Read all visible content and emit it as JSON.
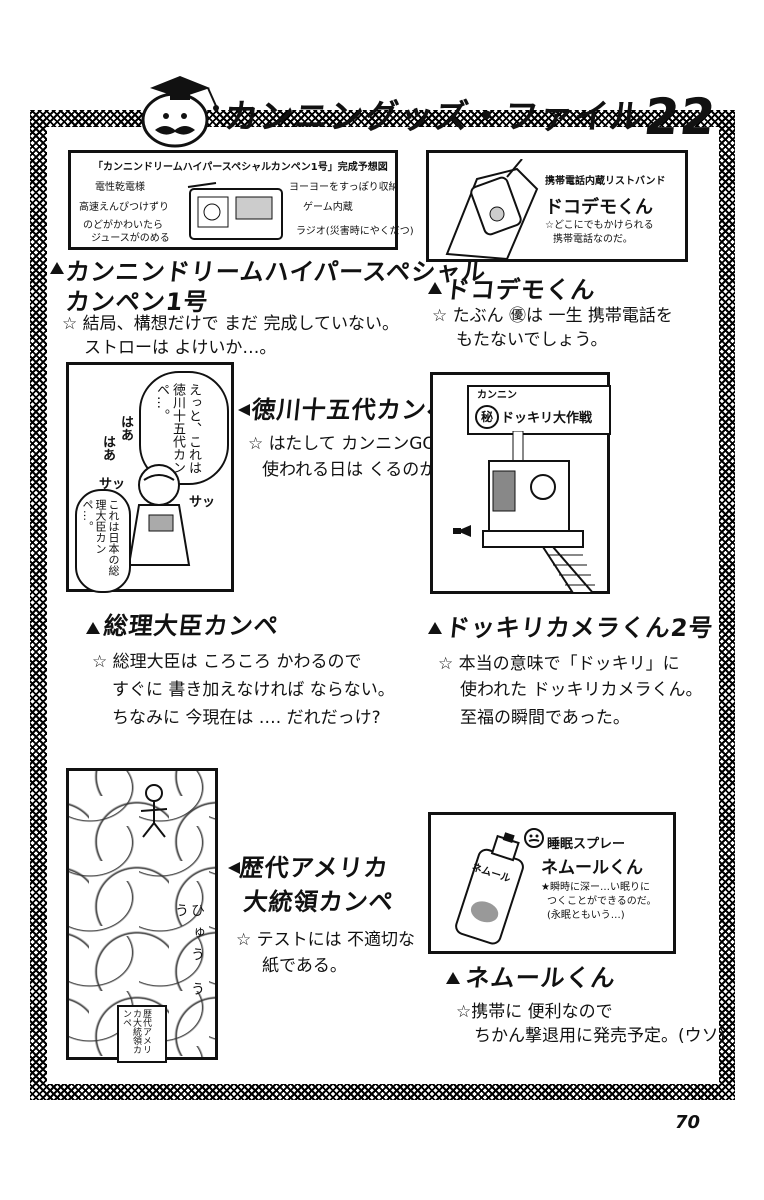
{
  "page": {
    "title_text": "カンニングッズ・ファイル",
    "title_number": "22",
    "page_number": "70"
  },
  "items": [
    {
      "heading_line1": "カンニンドリームハイパースペシャル",
      "heading_line2": "カンペン1号",
      "note_line1": "☆ 結局、構想だけで まだ 完成していない。",
      "note_line2": "ストローは よけいか…。",
      "panel": {
        "caption": "「カンニンドリームハイパースペシャルカンペン1号」完成予想図",
        "labels": [
          "電性乾電様",
          "高速えんぴつけずり",
          "のどがかわいたら",
          "ジュースがのめる",
          "ヨーヨーをすっぽり収納",
          "ゲーム内蔵",
          "ラジオ(災害時にやくだつ)"
        ]
      }
    },
    {
      "heading": "ドコデモくん",
      "note_line1": "☆ たぶん ㊝は 一生 携帯電話を",
      "note_line2": "もたないでしょう。",
      "panel": {
        "subtitle": "携帯電話内蔵リストバンド",
        "name": "ドコデモくん",
        "desc_line1": "☆どこにでもかけられる",
        "desc_line2": "携帯電話なのだ。"
      }
    },
    {
      "heading": "徳川十五代カンペ",
      "note_line1": "☆ はたして カンニンGOODで",
      "note_line2": "使われる日は くるのか?",
      "panel": {
        "bubble1": "えっと、これは徳川十五代カンペ…。",
        "sfx1": "はあ",
        "sfx2": "はあ",
        "sfx3": "サッ",
        "sfx4": "サッ",
        "bubble2": "これは日本の総理大臣カンペ…。"
      }
    },
    {
      "heading": "ドッキリカメラくん2号",
      "note_line1": "☆ 本当の意味で「ドッキリ」に",
      "note_line2": "使われた ドッキリカメラくん。",
      "note_line3": "至福の瞬間であった。",
      "panel": {
        "sign_small": "カンニン",
        "sign_mark": "秘",
        "sign_text": "ドッキリ大作戦"
      }
    },
    {
      "heading": "総理大臣カンペ",
      "note_line1": "☆ 総理大臣は ころころ かわるので",
      "note_line2": "すぐに 書き加えなければ ならない。",
      "note_line3": "ちなみに 今現在は …. だれだっけ?"
    },
    {
      "heading_line1": "歴代アメリカ",
      "heading_line2": "大統領カンペ",
      "note_line1": "☆ テストには 不適切な",
      "note_line2": "紙である。",
      "panel": {
        "sfx": "ひゅう う う",
        "tag": "歴代アメリカ大統領カンペ"
      }
    },
    {
      "heading": "ネムールくん",
      "note_line1": "☆携帯に 便利なので",
      "note_line2": "ちかん撃退用に発売予定。(ウソ)",
      "panel": {
        "subtitle": "睡眠スプレー",
        "name": "ネムールくん",
        "desc_line1": "★瞬時に深ー…い眠りに",
        "desc_line2": "つくことができるのだ。",
        "desc_line3": "(永眠ともいう…)",
        "can_label": "ネムール"
      }
    }
  ]
}
